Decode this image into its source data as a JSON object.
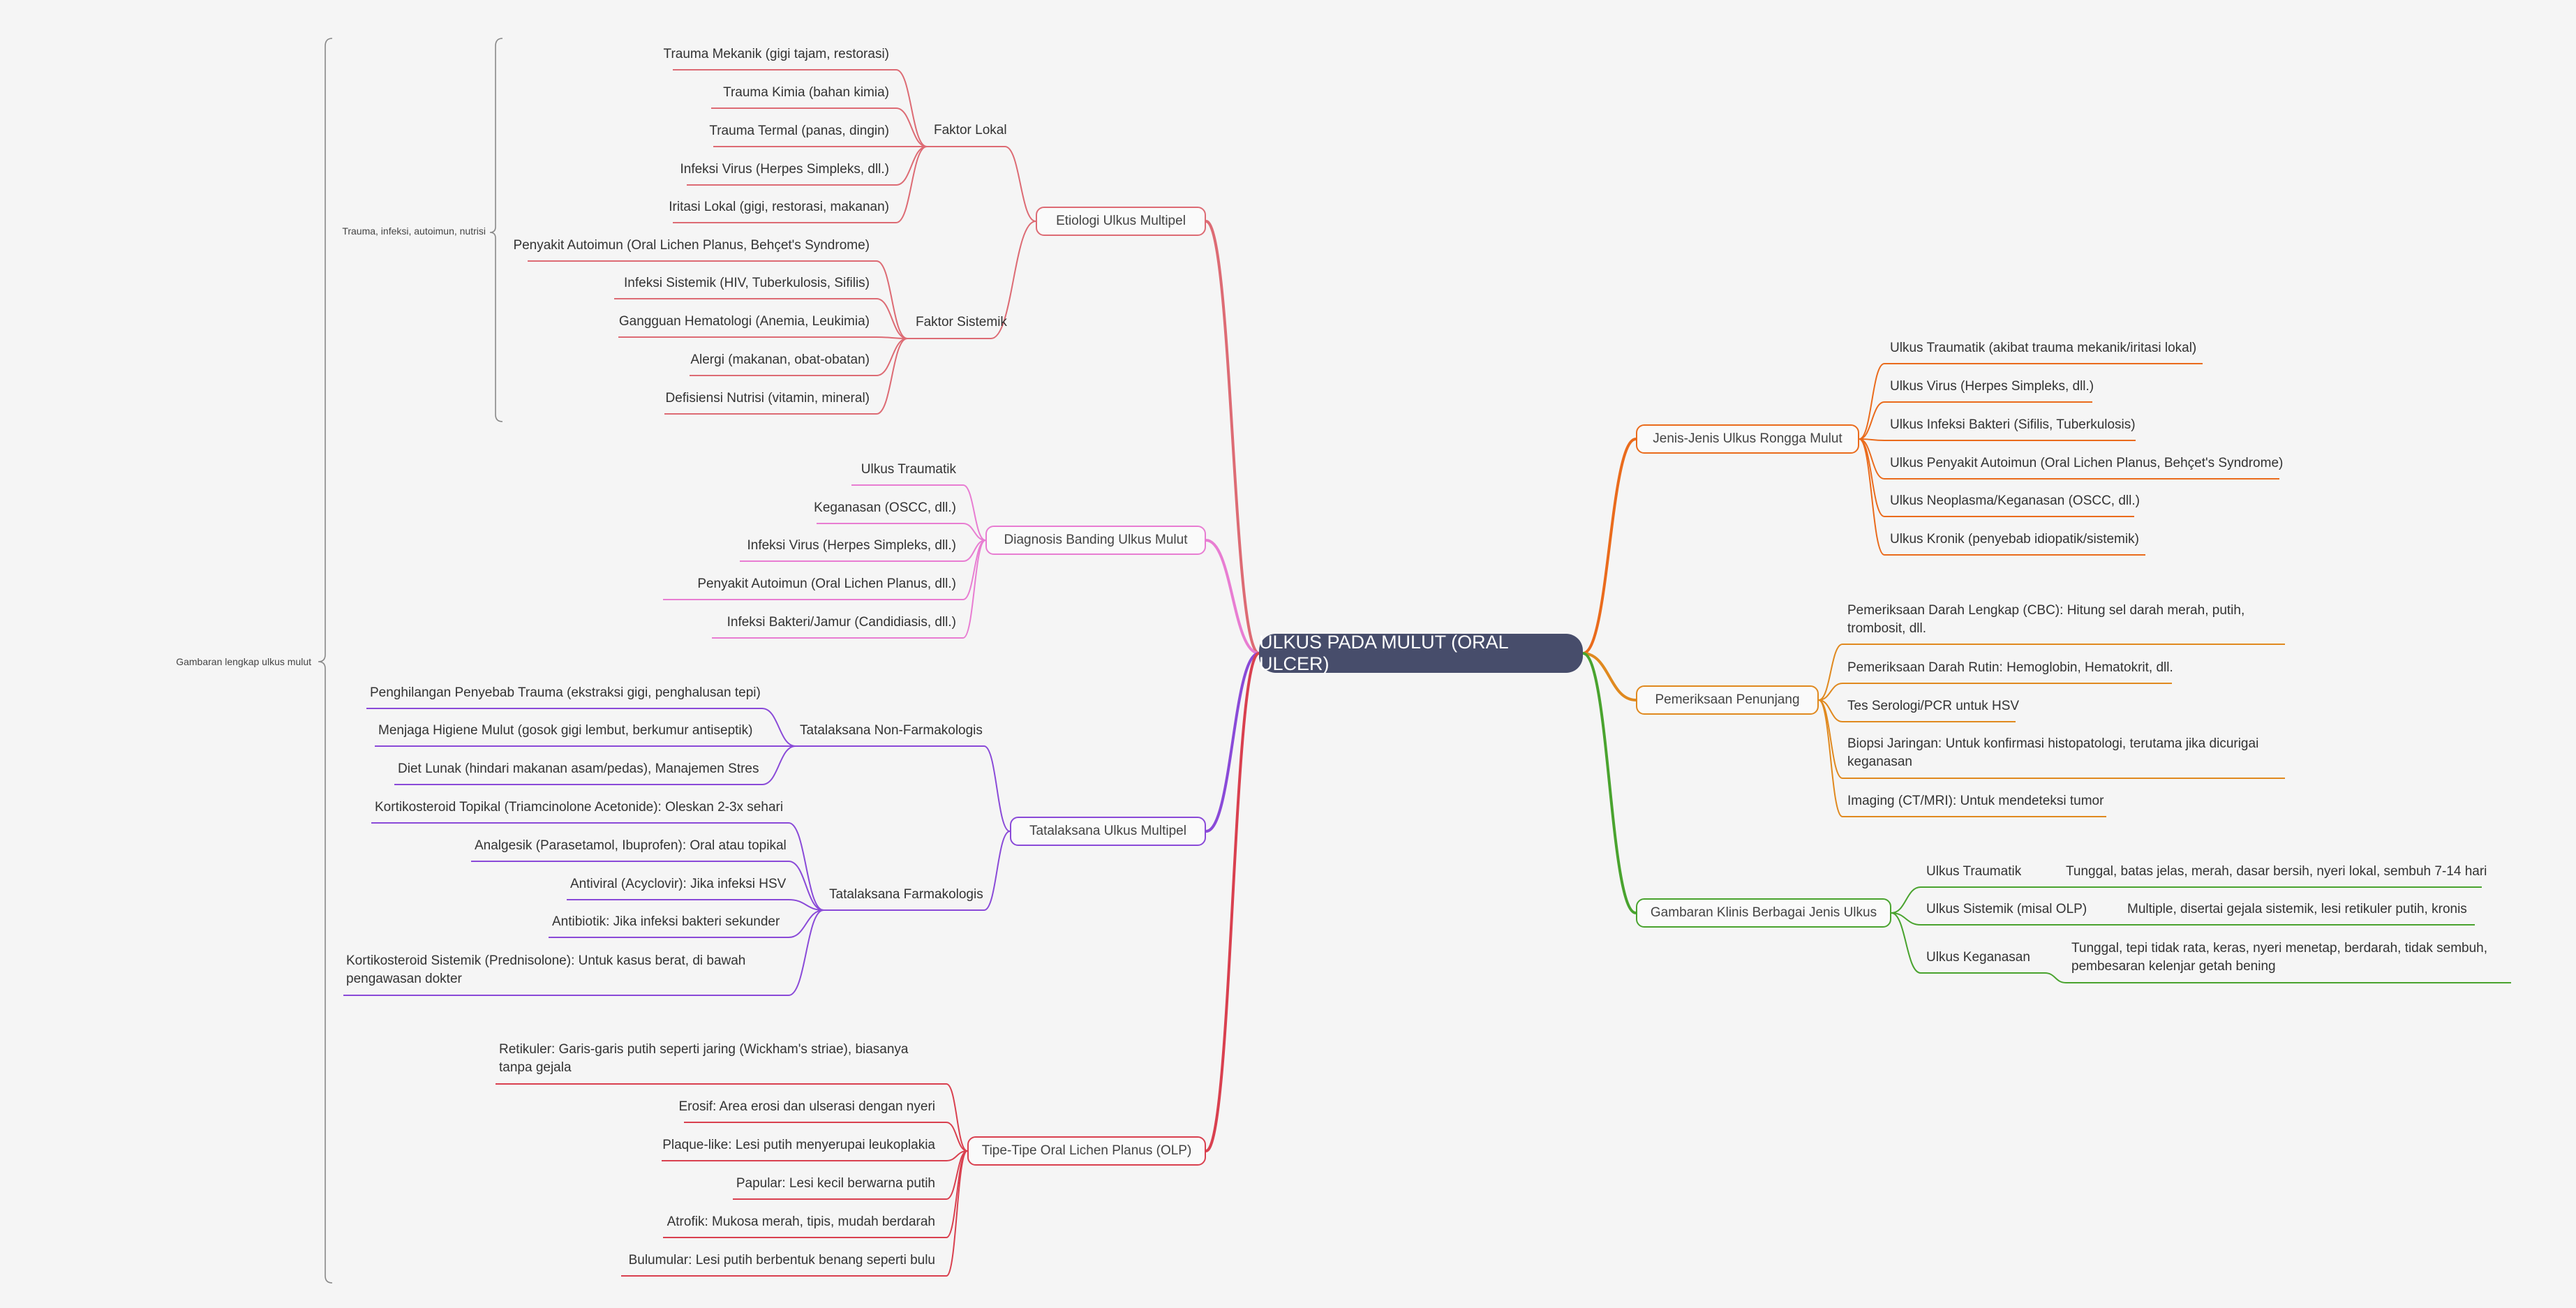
{
  "colors": {
    "etiologi": "#dd6b74",
    "diagnosis": "#e87dd2",
    "tatalaksana": "#8a4ad8",
    "olp": "#d9404f",
    "jenis": "#ea6b1c",
    "penunjang": "#e0891f",
    "gambaran": "#49a32e",
    "bracket": "#888888"
  },
  "root": {
    "label": "ULKUS PADA MULUT (ORAL ULCER)"
  },
  "brackets": {
    "outer": "Gambaran lengkap ulkus mulut",
    "inner": "Trauma, infeksi, autoimun, nutrisi"
  },
  "etiologi": {
    "label": "Etiologi Ulkus Multipel",
    "lokal": {
      "label": "Faktor Lokal",
      "items": [
        "Trauma Mekanik (gigi tajam, restorasi)",
        "Trauma Kimia (bahan kimia)",
        "Trauma Termal (panas, dingin)",
        "Infeksi Virus (Herpes Simpleks, dll.)",
        "Iritasi Lokal (gigi, restorasi, makanan)"
      ]
    },
    "sistemik": {
      "label": "Faktor Sistemik",
      "items": [
        "Penyakit Autoimun (Oral Lichen Planus, Behçet's Syndrome)",
        "Infeksi Sistemik (HIV, Tuberkulosis, Sifilis)",
        "Gangguan Hematologi (Anemia, Leukimia)",
        "Alergi (makanan, obat-obatan)",
        "Defisiensi Nutrisi (vitamin, mineral)"
      ]
    }
  },
  "diagnosis": {
    "label": "Diagnosis Banding Ulkus Mulut",
    "items": [
      "Ulkus Traumatik",
      "Keganasan (OSCC, dll.)",
      "Infeksi Virus (Herpes Simpleks, dll.)",
      "Penyakit Autoimun (Oral Lichen Planus, dll.)",
      "Infeksi Bakteri/Jamur (Candidiasis, dll.)"
    ]
  },
  "tatalaksana": {
    "label": "Tatalaksana Ulkus Multipel",
    "nonfarm": {
      "label": "Tatalaksana Non-Farmakologis",
      "items": [
        "Penghilangan Penyebab Trauma (ekstraksi gigi, penghalusan tepi)",
        "Menjaga Higiene Mulut (gosok gigi lembut, berkumur antiseptik)",
        "Diet Lunak (hindari makanan asam/pedas), Manajemen Stres"
      ]
    },
    "farm": {
      "label": "Tatalaksana Farmakologis",
      "items": [
        "Kortikosteroid Topikal (Triamcinolone Acetonide): Oleskan 2-3x sehari",
        "Analgesik (Parasetamol, Ibuprofen): Oral atau topikal",
        "Antiviral (Acyclovir): Jika infeksi HSV",
        "Antibiotik: Jika infeksi bakteri sekunder",
        "Kortikosteroid Sistemik (Prednisolone): Untuk kasus berat, di bawah pengawasan dokter"
      ]
    }
  },
  "olp": {
    "label": "Tipe-Tipe Oral Lichen Planus (OLP)",
    "items": [
      "Retikuler: Garis-garis putih seperti jaring (Wickham's striae), biasanya tanpa gejala",
      "Erosif: Area erosi dan ulserasi dengan nyeri",
      "Plaque-like: Lesi putih menyerupai leukoplakia",
      "Papular: Lesi kecil berwarna putih",
      "Atrofik: Mukosa merah, tipis, mudah berdarah",
      "Bulumular: Lesi putih berbentuk benang seperti bulu"
    ]
  },
  "jenis": {
    "label": "Jenis-Jenis Ulkus Rongga Mulut",
    "items": [
      "Ulkus Traumatik (akibat trauma mekanik/iritasi lokal)",
      "Ulkus Virus (Herpes Simpleks, dll.)",
      "Ulkus Infeksi Bakteri (Sifilis, Tuberkulosis)",
      "Ulkus Penyakit Autoimun (Oral Lichen Planus, Behçet's Syndrome)",
      "Ulkus Neoplasma/Keganasan (OSCC, dll.)",
      "Ulkus Kronik (penyebab idiopatik/sistemik)"
    ]
  },
  "penunjang": {
    "label": "Pemeriksaan Penunjang",
    "items": [
      "Pemeriksaan Darah Lengkap (CBC): Hitung sel darah merah, putih, trombosit, dll.",
      "Pemeriksaan Darah Rutin: Hemoglobin, Hematokrit, dll.",
      "Tes Serologi/PCR untuk HSV",
      "Biopsi Jaringan: Untuk konfirmasi histopatologi, terutama jika dicurigai keganasan",
      "Imaging (CT/MRI): Untuk mendeteksi tumor"
    ]
  },
  "gambaran": {
    "label": "Gambaran Klinis Berbagai Jenis Ulkus",
    "items": [
      {
        "label": "Ulkus Traumatik",
        "detail": "Tunggal, batas jelas, merah, dasar bersih, nyeri lokal, sembuh 7-14 hari"
      },
      {
        "label": "Ulkus Sistemik (misal OLP)",
        "detail": "Multiple, disertai gejala sistemik, lesi retikuler putih, kronis"
      },
      {
        "label": "Ulkus Keganasan",
        "detail": "Tunggal, tepi tidak rata, keras, nyeri menetap, berdarah, tidak sembuh, pembesaran kelenjar getah bening"
      }
    ]
  }
}
